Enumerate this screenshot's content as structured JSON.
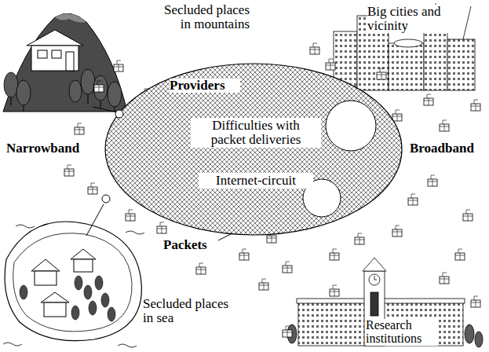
{
  "diagram": {
    "nodes": [
      {
        "text": [
          "Difficulties with packet deliveries",
          "Internet-circuit"
        ]
      }
    ],
    "edges": [],
    "labels": [
      "Secluded places in mountains",
      "Providers",
      "Big cities and vicinity",
      "Narrowband",
      "Broadband",
      "Packets",
      "Secluded places in sea",
      "Research institutions"
    ]
  }
}
